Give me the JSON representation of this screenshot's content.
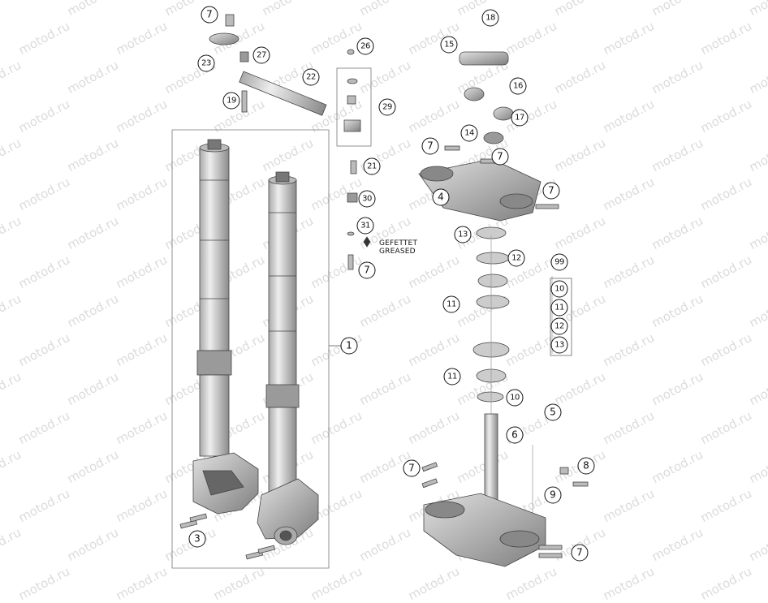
{
  "watermark": "motod.ru",
  "note": {
    "line1": "GEFETTET",
    "line2": "GREASED"
  },
  "callouts": [
    {
      "id": "c7a",
      "label": "7"
    },
    {
      "id": "c23",
      "label": "23"
    },
    {
      "id": "c27",
      "label": "27"
    },
    {
      "id": "c22",
      "label": "22"
    },
    {
      "id": "c19",
      "label": "19"
    },
    {
      "id": "c26",
      "label": "26"
    },
    {
      "id": "c29",
      "label": "29"
    },
    {
      "id": "c21",
      "label": "21"
    },
    {
      "id": "c30",
      "label": "30"
    },
    {
      "id": "c31",
      "label": "31"
    },
    {
      "id": "c7b",
      "label": "7"
    },
    {
      "id": "c1",
      "label": "1"
    },
    {
      "id": "c3",
      "label": "3"
    },
    {
      "id": "c18",
      "label": "18"
    },
    {
      "id": "c15",
      "label": "15"
    },
    {
      "id": "c16",
      "label": "16"
    },
    {
      "id": "c17",
      "label": "17"
    },
    {
      "id": "c14",
      "label": "14"
    },
    {
      "id": "c7c",
      "label": "7"
    },
    {
      "id": "c7d",
      "label": "7"
    },
    {
      "id": "c4",
      "label": "4"
    },
    {
      "id": "c7e",
      "label": "7"
    },
    {
      "id": "c13a",
      "label": "13"
    },
    {
      "id": "c12a",
      "label": "12"
    },
    {
      "id": "c99",
      "label": "99"
    },
    {
      "id": "c11a",
      "label": "11"
    },
    {
      "id": "c10a",
      "label": "10"
    },
    {
      "id": "c11b",
      "label": "11"
    },
    {
      "id": "c12b",
      "label": "12"
    },
    {
      "id": "c13b",
      "label": "13"
    },
    {
      "id": "c11c",
      "label": "11"
    },
    {
      "id": "c10b",
      "label": "10"
    },
    {
      "id": "c5",
      "label": "5"
    },
    {
      "id": "c6",
      "label": "6"
    },
    {
      "id": "c7f",
      "label": "7"
    },
    {
      "id": "c8",
      "label": "8"
    },
    {
      "id": "c9",
      "label": "9"
    },
    {
      "id": "c7g",
      "label": "7"
    }
  ]
}
